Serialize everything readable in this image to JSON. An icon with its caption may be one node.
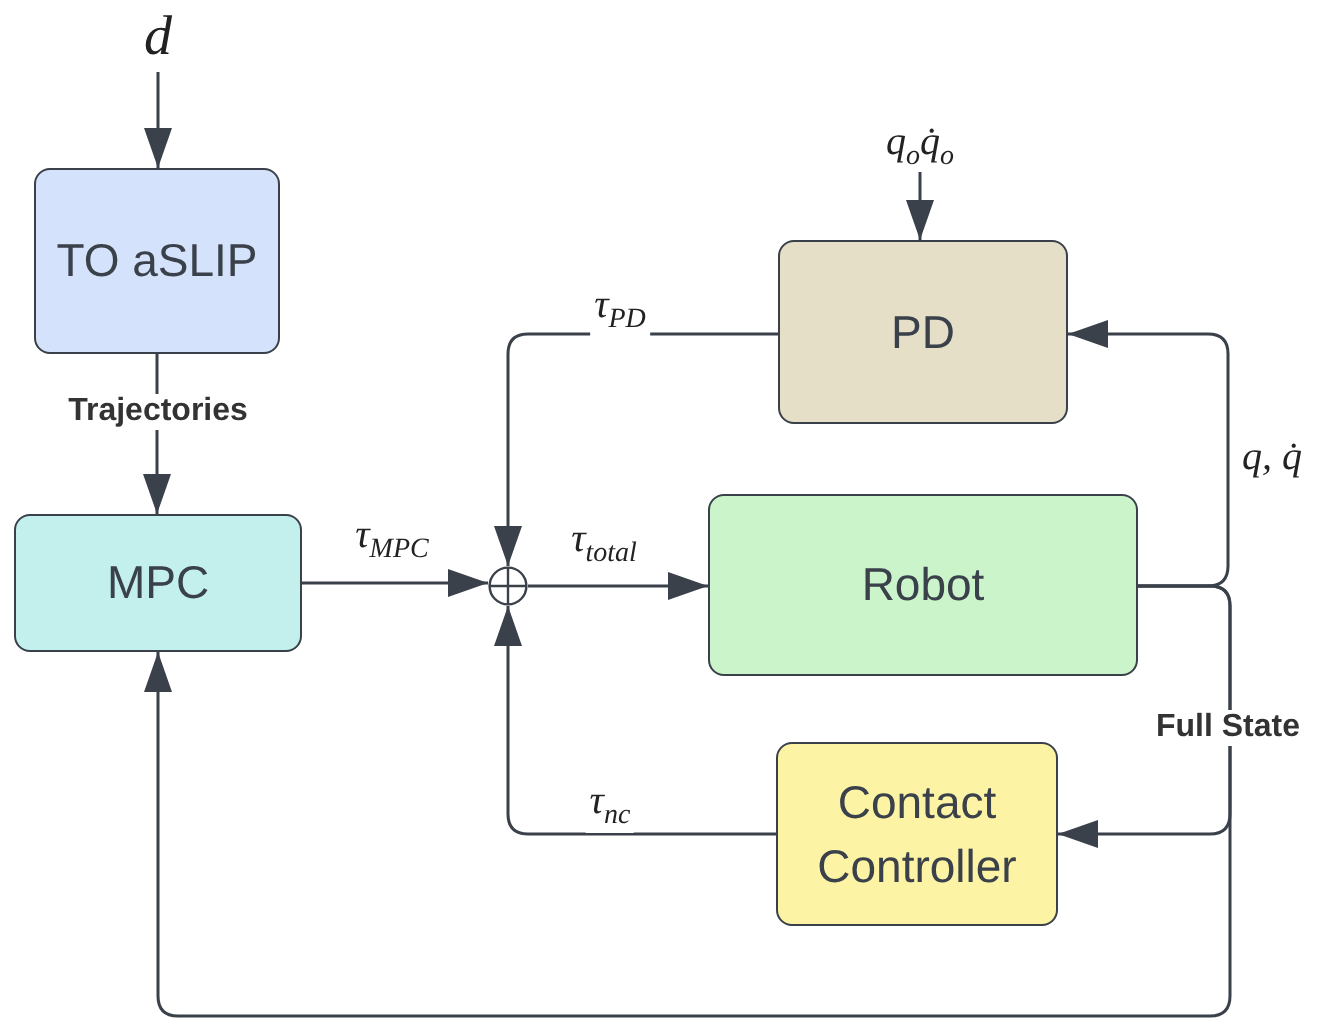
{
  "diagram": {
    "nodes": [
      {
        "text": [
          "d"
        ]
      },
      {
        "text": [
          "TO aSLIP"
        ]
      },
      {
        "text": [
          "MPC"
        ]
      },
      {
        "text": [
          "q$_{o}$q̇$_{o}$"
        ]
      },
      {
        "text": [
          "PD"
        ]
      },
      {
        "text": [],
        "shape": "circle"
      },
      {
        "text": [
          "Robot"
        ]
      },
      {
        "text": [
          "Contact Controller"
        ]
      }
    ],
    "edges": [
      {
        "from": 0,
        "to": 1,
        "arrow": "to"
      },
      {
        "from": 1,
        "to": 2,
        "arrow": "to",
        "label": "Trajectories"
      },
      {
        "from": 3,
        "to": 4,
        "arrow": "to"
      },
      {
        "from": 4,
        "to": 5,
        "arrow": "to",
        "label": "τ$_{PD}$"
      },
      {
        "from": 2,
        "to": 5,
        "arrow": "to",
        "label": "τ$_{MPC}$"
      },
      {
        "from": 5,
        "to": 6,
        "arrow": "to",
        "label": "τ$_{total}$"
      },
      {
        "from": 6,
        "to": 4,
        "arrow": "to",
        "label": "q, q̇"
      },
      {
        "from": 6,
        "to": 7,
        "arrow": "to",
        "label": "Full State"
      },
      {
        "from": 6,
        "to": 2,
        "arrow": "to"
      },
      {
        "from": 7,
        "to": 5,
        "arrow": "to",
        "label": "τ$_{nc}$"
      }
    ]
  }
}
